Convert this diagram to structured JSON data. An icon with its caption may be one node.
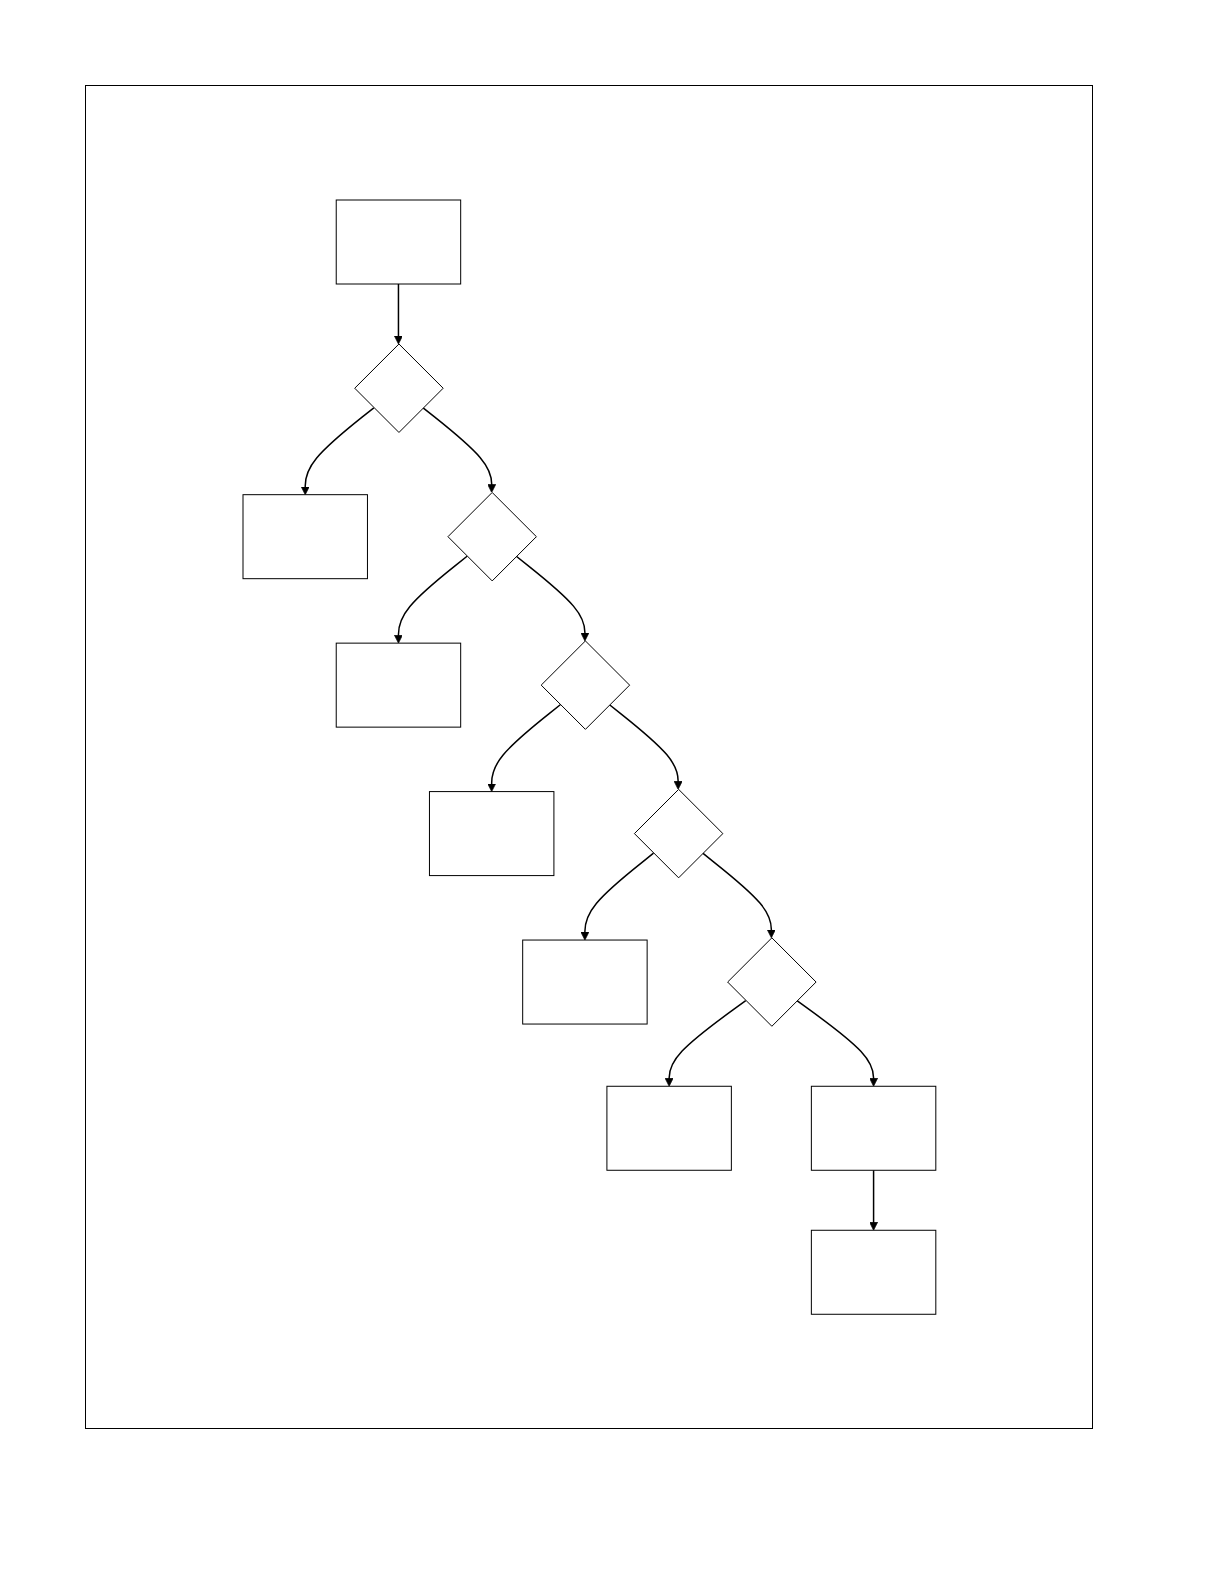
{
  "diagram": {
    "nodes": [
      {
        "text": [],
        "shape": "box"
      },
      {
        "text": [],
        "shape": "diamond"
      },
      {
        "text": [],
        "shape": "box"
      },
      {
        "text": [],
        "shape": "diamond"
      },
      {
        "text": [],
        "shape": "box"
      },
      {
        "text": [],
        "shape": "diamond"
      },
      {
        "text": [],
        "shape": "box"
      },
      {
        "text": [],
        "shape": "diamond"
      },
      {
        "text": [],
        "shape": "box"
      },
      {
        "text": [],
        "shape": "diamond"
      },
      {
        "text": [],
        "shape": "box"
      },
      {
        "text": [],
        "shape": "box"
      },
      {
        "text": [],
        "shape": "box"
      }
    ],
    "edges": [
      {
        "from": 0,
        "to": 1,
        "arrow": "to"
      },
      {
        "from": 1,
        "to": 2,
        "arrow": "to"
      },
      {
        "from": 1,
        "to": 3,
        "arrow": "to"
      },
      {
        "from": 3,
        "to": 4,
        "arrow": "to"
      },
      {
        "from": 3,
        "to": 5,
        "arrow": "to"
      },
      {
        "from": 5,
        "to": 6,
        "arrow": "to"
      },
      {
        "from": 5,
        "to": 7,
        "arrow": "to"
      },
      {
        "from": 7,
        "to": 8,
        "arrow": "to"
      },
      {
        "from": 7,
        "to": 9,
        "arrow": "to"
      },
      {
        "from": 9,
        "to": 10,
        "arrow": "to"
      },
      {
        "from": 9,
        "to": 11,
        "arrow": "to"
      },
      {
        "from": 11,
        "to": 12,
        "arrow": "to"
      }
    ]
  }
}
